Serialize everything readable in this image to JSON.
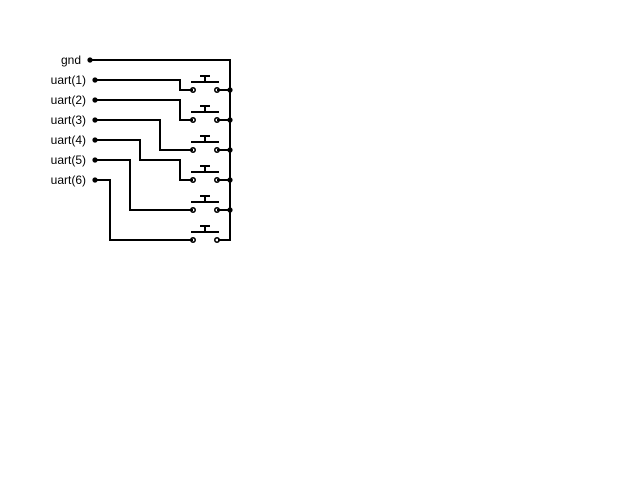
{
  "diagram": {
    "nets": [
      {
        "id": "gnd",
        "label": "gnd"
      },
      {
        "id": "uart1",
        "label": "uart(1)"
      },
      {
        "id": "uart2",
        "label": "uart(2)"
      },
      {
        "id": "uart3",
        "label": "uart(3)"
      },
      {
        "id": "uart4",
        "label": "uart(4)"
      },
      {
        "id": "uart5",
        "label": "uart(5)"
      },
      {
        "id": "uart6",
        "label": "uart(6)"
      }
    ],
    "components": [
      {
        "id": "sw1",
        "type": "push-button",
        "connects": [
          "uart1",
          "gnd"
        ]
      },
      {
        "id": "sw2",
        "type": "push-button",
        "connects": [
          "uart2",
          "gnd"
        ]
      },
      {
        "id": "sw3",
        "type": "push-button",
        "connects": [
          "uart3",
          "gnd"
        ]
      },
      {
        "id": "sw4",
        "type": "push-button",
        "connects": [
          "uart4",
          "gnd"
        ]
      },
      {
        "id": "sw5",
        "type": "push-button",
        "connects": [
          "uart5",
          "gnd"
        ]
      },
      {
        "id": "sw6",
        "type": "push-button",
        "connects": [
          "uart6",
          "gnd"
        ]
      }
    ],
    "colors": {
      "wire": "#000000",
      "background": "#ffffff"
    }
  }
}
